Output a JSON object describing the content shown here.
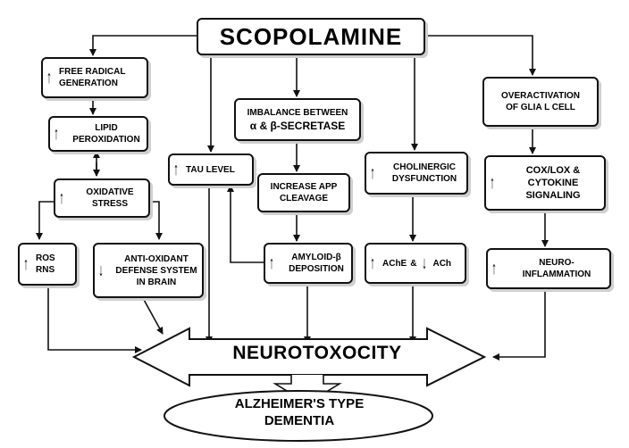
{
  "title": "SCOPOLAMINE",
  "nodes": {
    "free_radical": {
      "text": "FREE RADICAL\nGENERATION"
    },
    "lipid": {
      "text": "LIPID\nPEROXIDATION"
    },
    "oxidative": {
      "text": "OXIDATIVE\nSTRESS"
    },
    "ros": {
      "text": "ROS\nRNS"
    },
    "antioxidant": {
      "text": "ANTI-OXIDANT\nDEFENSE SYSTEM\nIN BRAIN"
    },
    "tau": {
      "text": "TAU LEVEL"
    },
    "imbalance": {
      "line1": "IMBALANCE BETWEEN",
      "line2": "α & β-SECRETASE"
    },
    "app": {
      "text": "INCREASE APP\nCLEAVAGE"
    },
    "amyloid": {
      "text": "AMYLOID-β\nDEPOSITION"
    },
    "cholinergic": {
      "text": "CHOLINERGIC\nDYSFUNCTION"
    },
    "ache": {
      "left": "AChE",
      "amp": "&",
      "right": "ACh"
    },
    "glia": {
      "text": "OVERACTIVATION\nOF GLIA L CELL"
    },
    "cox": {
      "text": "COX/LOX &\nCYTOKINE\nSIGNALING"
    },
    "neuroinflam": {
      "text": "NEURO-\nINFLAMMATION"
    }
  },
  "neurotoxicity": "NEUROTOXOCITY",
  "dementia": "ALZHEIMER'S TYPE\nDEMENTIA",
  "icons": {
    "up": "up-arrow-icon",
    "down": "down-arrow-icon"
  },
  "colors": {
    "line": "#111111",
    "shadow": "#cfcfcf",
    "background": "#ffffff"
  }
}
